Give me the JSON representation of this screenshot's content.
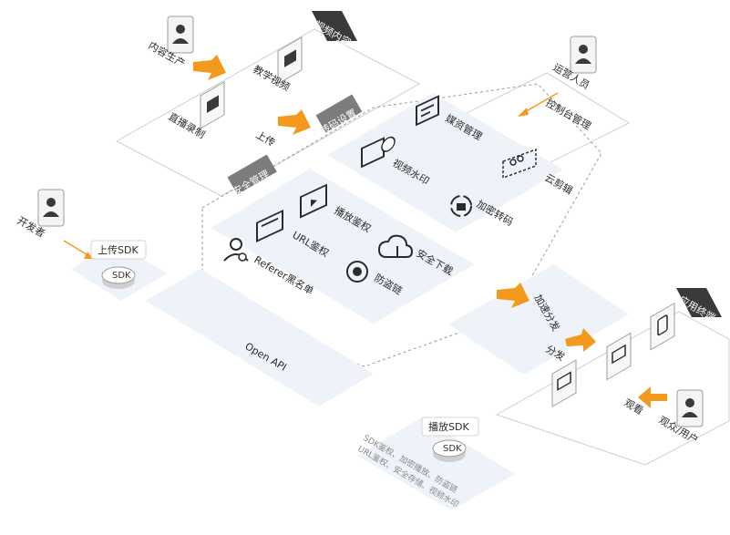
{
  "labels": {
    "video_content": "视频内容",
    "content_producer": "内容生产",
    "teaching_video": "教学视频",
    "live_recording": "直播录制",
    "upload": "上传",
    "operator": "运营人员",
    "console_management": "控制台管理",
    "transcode_settings": "转码设置",
    "media_management": "媒资管理",
    "video_watermark": "视频水印",
    "cloud_editing": "云剪辑",
    "encrypted_transcode": "加密转码",
    "security_management": "安全管理",
    "play_auth": "播放鉴权",
    "url_auth": "URL鉴权",
    "safe_download": "安全下载",
    "referer_blacklist": "Referer黑名单",
    "anti_leech": "防盗链",
    "developer": "开发者",
    "upload_sdk": "上传SDK",
    "sdk_badge": "SDK",
    "open_api": "Open API",
    "accelerated_distribution": "加速分发",
    "distribution": "分发",
    "app_terminal": "应用终端",
    "watch": "观看",
    "audience_user": "观众/用户",
    "play_sdk": "播放SDK",
    "play_sdk_badge": "SDK",
    "play_sdk_desc_1": "SDK鉴权、加密播放、防盗链",
    "play_sdk_desc_2": "URL鉴权、安全存储、视频水印"
  },
  "colors": {
    "accent": "#f39a1e",
    "tile": "#eef2f9",
    "dark_tag": "#3a3a3a",
    "grey_tag": "#7c7c7c"
  },
  "icons": {
    "person": "person-icon",
    "media": "media-icon",
    "watermark": "watermark-icon",
    "scissors": "scissors-icon",
    "encrypt": "encrypt-icon",
    "play_auth": "play-auth-icon",
    "url_auth": "url-auth-icon",
    "download": "cloud-download-icon",
    "referer": "referer-icon",
    "anti_leech": "anti-leech-icon",
    "sdk": "sdk-disc-icon",
    "phone": "phone-icon",
    "monitor": "monitor-icon"
  }
}
